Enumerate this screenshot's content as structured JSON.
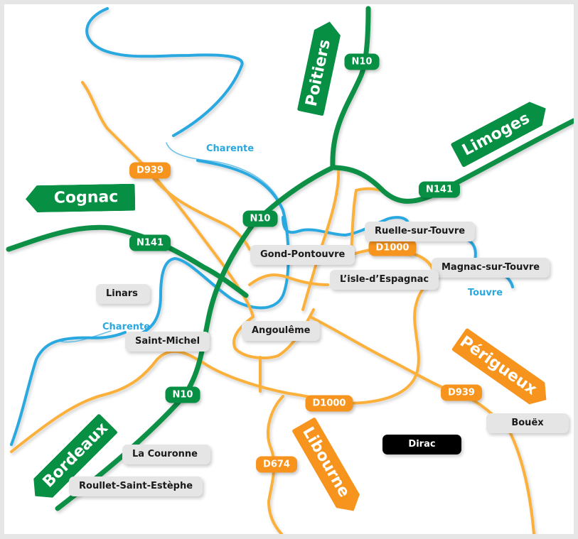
{
  "map": {
    "title": "Angoulême area road map",
    "colors": {
      "national_road": "#078f44",
      "departmental_road": "#f7941d",
      "departmental_line": "#fbb03b",
      "river": "#29a8e0",
      "town_bg": "#e5e5e5",
      "highlight_town_bg": "#000000",
      "frame": "#e6e6e6"
    },
    "direction_signs": [
      {
        "label": "Poitiers",
        "color": "green",
        "direction": "north"
      },
      {
        "label": "Limoges",
        "color": "green",
        "direction": "east-northeast"
      },
      {
        "label": "Cognac",
        "color": "green",
        "direction": "west"
      },
      {
        "label": "Bordeaux",
        "color": "green",
        "direction": "southwest"
      },
      {
        "label": "Périgueux",
        "color": "orange",
        "direction": "southeast"
      },
      {
        "label": "Libourne",
        "color": "orange",
        "direction": "south-southeast"
      }
    ],
    "road_badges": [
      {
        "label": "N10",
        "type": "national"
      },
      {
        "label": "N10",
        "type": "national"
      },
      {
        "label": "N10",
        "type": "national"
      },
      {
        "label": "N141",
        "type": "national"
      },
      {
        "label": "N141",
        "type": "national"
      },
      {
        "label": "D939",
        "type": "departmental"
      },
      {
        "label": "D939",
        "type": "departmental"
      },
      {
        "label": "D1000",
        "type": "departmental"
      },
      {
        "label": "D1000",
        "type": "departmental"
      },
      {
        "label": "D674",
        "type": "departmental"
      }
    ],
    "towns": [
      {
        "label": "Ruelle-sur-Touvre",
        "highlighted": false
      },
      {
        "label": "Gond-Pontouvre",
        "highlighted": false
      },
      {
        "label": "Magnac-sur-Touvre",
        "highlighted": false
      },
      {
        "label": "L’isle-d’Espagnac",
        "highlighted": false
      },
      {
        "label": "Linars",
        "highlighted": false
      },
      {
        "label": "Angoulême",
        "highlighted": false
      },
      {
        "label": "Saint-Michel",
        "highlighted": false
      },
      {
        "label": "Bouëx",
        "highlighted": false
      },
      {
        "label": "Dirac",
        "highlighted": true
      },
      {
        "label": "La Couronne",
        "highlighted": false
      },
      {
        "label": "Roullet-Saint-Estèphe",
        "highlighted": false
      }
    ],
    "rivers": [
      {
        "label": "Charente"
      },
      {
        "label": "Charente"
      },
      {
        "label": "Touvre"
      }
    ]
  }
}
